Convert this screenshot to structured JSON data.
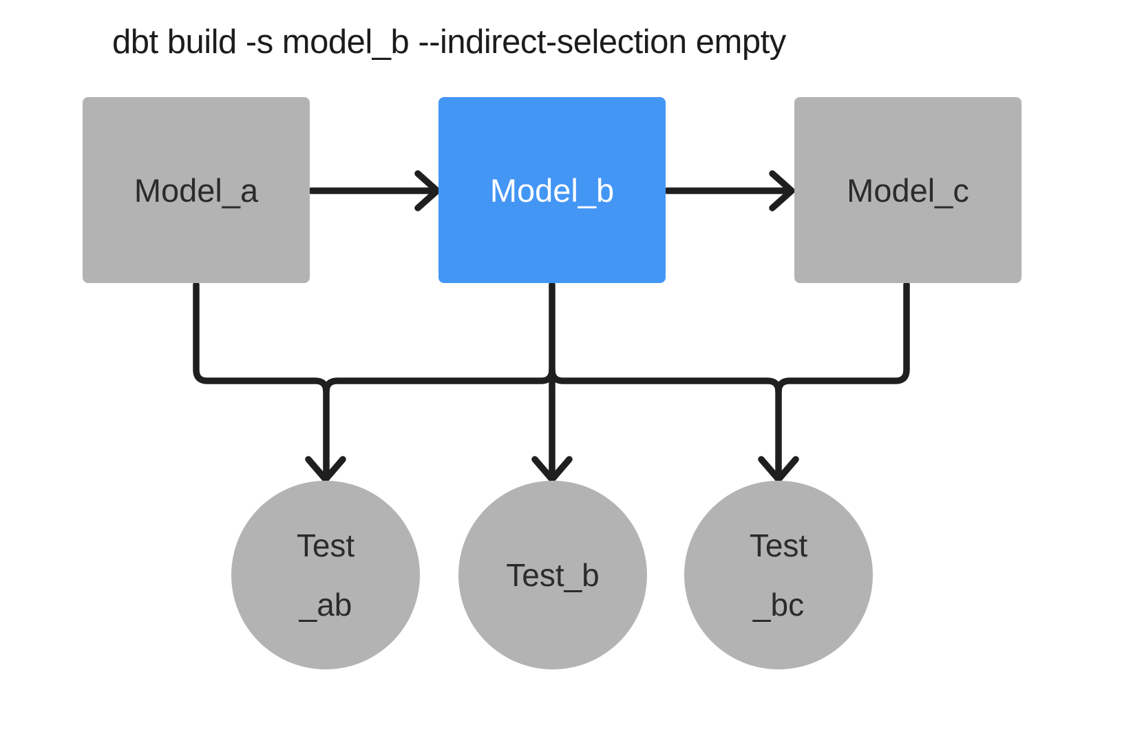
{
  "title": "dbt build -s model_b --indirect-selection empty",
  "colors": {
    "background": "#ffffff",
    "node_gray": "#b3b3b3",
    "node_selected_blue": "#4496f5",
    "connector": "#1f1f1f",
    "label_dark": "#2b2b2b",
    "label_on_blue": "#ffffff",
    "title_text": "#1c1c1e"
  },
  "diagram": {
    "models": [
      {
        "label": "Model_a",
        "state": "unselected"
      },
      {
        "label": "Model_b",
        "state": "selected"
      },
      {
        "label": "Model_c",
        "state": "unselected"
      }
    ],
    "tests": [
      {
        "line1": "Test",
        "line2": "_ab"
      },
      {
        "line1": "Test_b",
        "line2": ""
      },
      {
        "line1": "Test",
        "line2": "_bc"
      }
    ],
    "edges": [
      "Model_a -> Model_b",
      "Model_b -> Model_c",
      "Model_a -> Test_ab",
      "Model_b -> Test_ab",
      "Model_b -> Test_b",
      "Model_b -> Test_bc",
      "Model_c -> Test_bc"
    ]
  }
}
